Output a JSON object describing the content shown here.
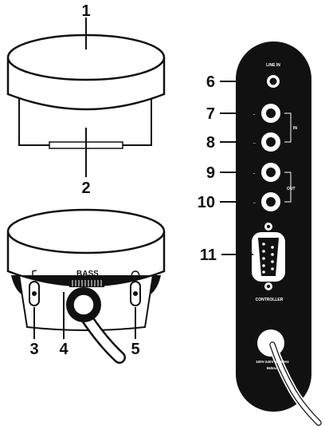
{
  "callouts": [
    {
      "id": "1",
      "label": "1"
    },
    {
      "id": "2",
      "label": "2"
    },
    {
      "id": "3",
      "label": "3"
    },
    {
      "id": "4",
      "label": "4"
    },
    {
      "id": "5",
      "label": "5"
    },
    {
      "id": "6",
      "label": "6"
    },
    {
      "id": "7",
      "label": "7"
    },
    {
      "id": "8",
      "label": "8"
    },
    {
      "id": "9",
      "label": "9"
    },
    {
      "id": "10",
      "label": "10"
    },
    {
      "id": "11",
      "label": "11"
    }
  ],
  "panel_labels": {
    "line_in": "LINE IN",
    "in": "IN",
    "out": "OUT",
    "left_in": "L",
    "right_in": "R",
    "left_out": "L",
    "right_out": "R",
    "controller": "CONTROLLER",
    "power_line1": "100V-240V~50/60Hz",
    "power_line2": "550mA"
  },
  "pod_labels": {
    "bass": "BASS",
    "aux_icon": "music-note-icon",
    "headphone_icon": "headphones-icon"
  }
}
